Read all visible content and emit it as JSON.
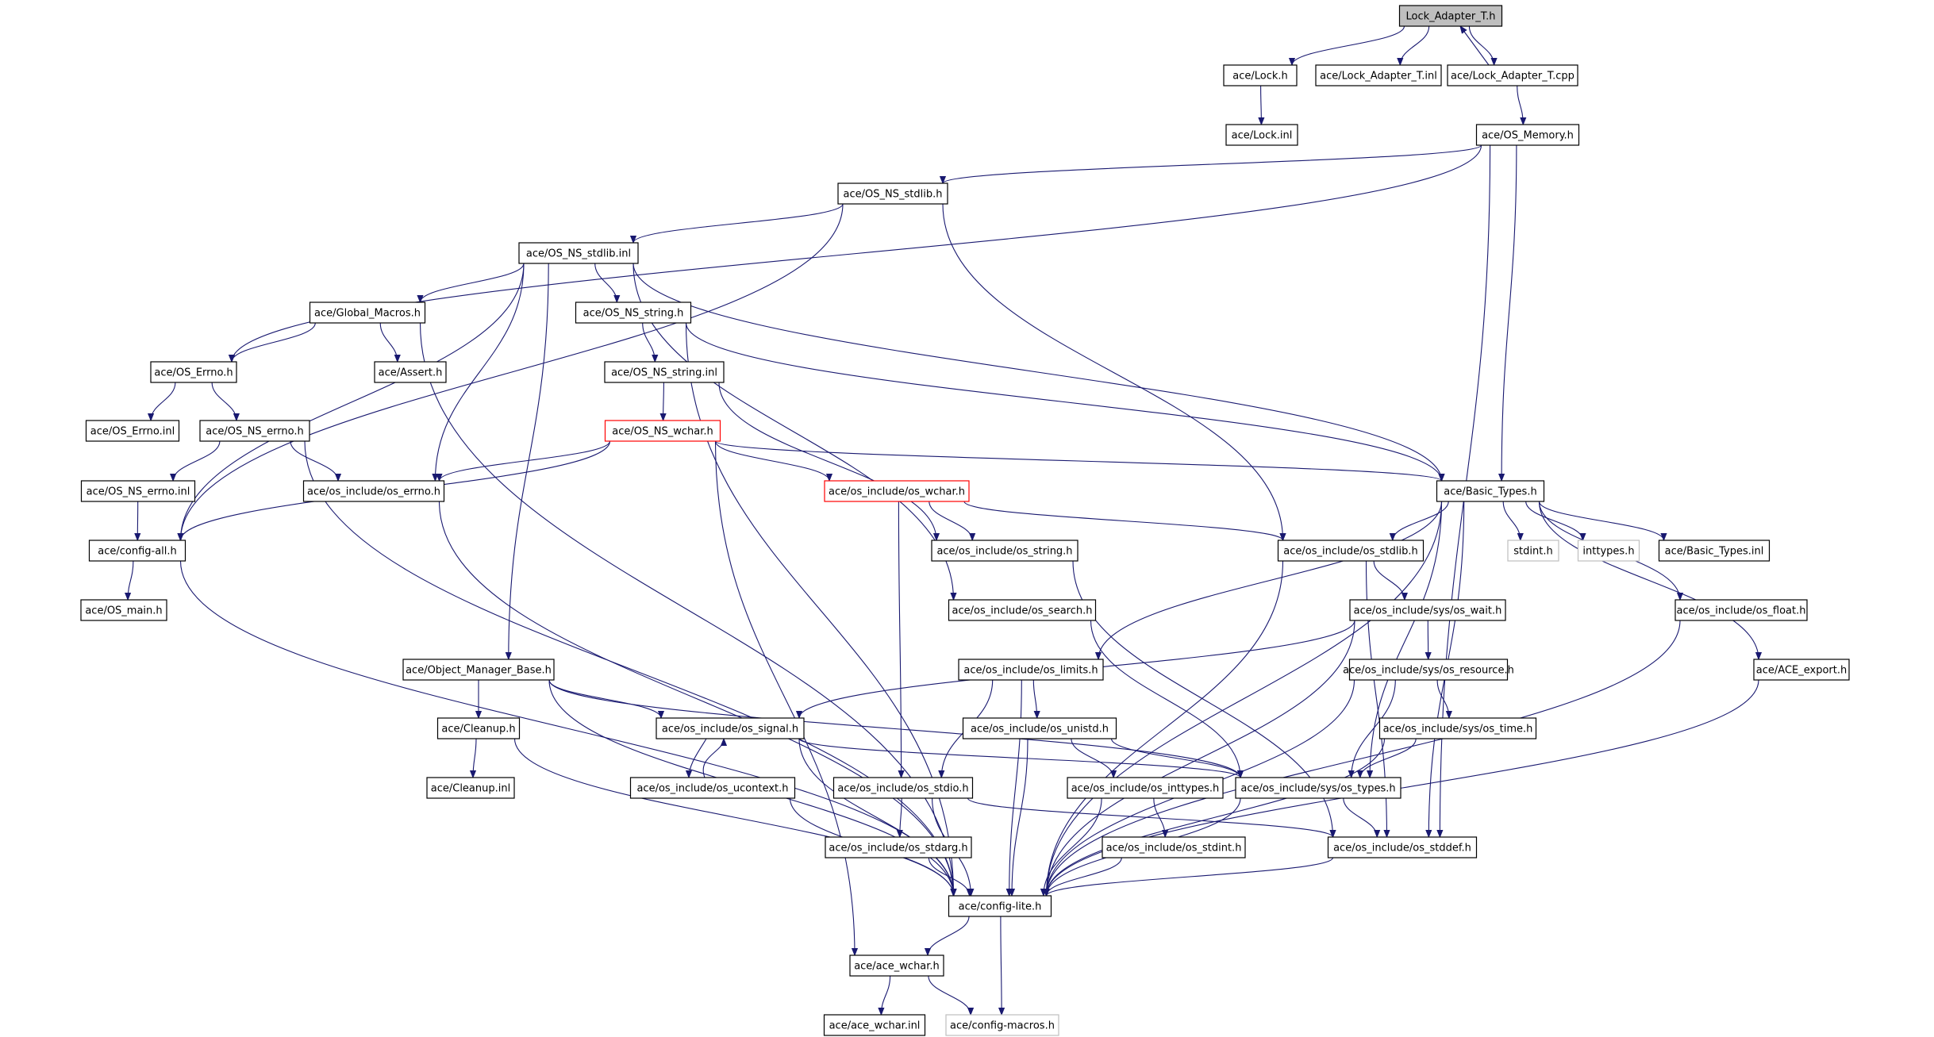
{
  "diagram": {
    "type": "include-dependency-graph",
    "colors": {
      "edge": "#191970",
      "root_fill": "#bfbfbf",
      "box_border": "#000000",
      "red_border": "#ff0000",
      "gray_border": "#bfbfbf"
    },
    "nodes": [
      {
        "id": "n0",
        "label": "Lock_Adapter_T.h",
        "style": "root"
      },
      {
        "id": "n1",
        "label": "ace/Lock.h",
        "style": "normal"
      },
      {
        "id": "n2",
        "label": "ace/Lock_Adapter_T.inl",
        "style": "normal"
      },
      {
        "id": "n3",
        "label": "ace/Lock_Adapter_T.cpp",
        "style": "normal"
      },
      {
        "id": "n4",
        "label": "ace/Lock.inl",
        "style": "normal"
      },
      {
        "id": "n5",
        "label": "ace/OS_Memory.h",
        "style": "normal"
      },
      {
        "id": "n6",
        "label": "ace/OS_NS_stdlib.h",
        "style": "normal"
      },
      {
        "id": "n7",
        "label": "ace/OS_NS_stdlib.inl",
        "style": "normal"
      },
      {
        "id": "n8",
        "label": "ace/Global_Macros.h",
        "style": "normal"
      },
      {
        "id": "n9",
        "label": "ace/OS_NS_string.h",
        "style": "normal"
      },
      {
        "id": "n10",
        "label": "ace/OS_Errno.h",
        "style": "normal"
      },
      {
        "id": "n11",
        "label": "ace/Assert.h",
        "style": "normal"
      },
      {
        "id": "n12",
        "label": "ace/OS_NS_string.inl",
        "style": "normal"
      },
      {
        "id": "n13",
        "label": "ace/OS_Errno.inl",
        "style": "normal"
      },
      {
        "id": "n14",
        "label": "ace/OS_NS_errno.h",
        "style": "normal"
      },
      {
        "id": "n15",
        "label": "ace/OS_NS_wchar.h",
        "style": "red"
      },
      {
        "id": "n16",
        "label": "ace/OS_NS_errno.inl",
        "style": "normal"
      },
      {
        "id": "n17",
        "label": "ace/os_include/os_errno.h",
        "style": "normal"
      },
      {
        "id": "n18",
        "label": "ace/os_include/os_wchar.h",
        "style": "red"
      },
      {
        "id": "n19",
        "label": "ace/Basic_Types.h",
        "style": "normal"
      },
      {
        "id": "n20",
        "label": "ace/config-all.h",
        "style": "normal"
      },
      {
        "id": "n21",
        "label": "ace/os_include/os_string.h",
        "style": "normal"
      },
      {
        "id": "n22",
        "label": "ace/os_include/os_stdlib.h",
        "style": "normal"
      },
      {
        "id": "n23",
        "label": "stdint.h",
        "style": "gray"
      },
      {
        "id": "n24",
        "label": "inttypes.h",
        "style": "gray"
      },
      {
        "id": "n25",
        "label": "ace/Basic_Types.inl",
        "style": "normal"
      },
      {
        "id": "n26",
        "label": "ace/OS_main.h",
        "style": "normal"
      },
      {
        "id": "n27",
        "label": "ace/os_include/os_search.h",
        "style": "normal"
      },
      {
        "id": "n28",
        "label": "ace/os_include/sys/os_wait.h",
        "style": "normal"
      },
      {
        "id": "n29",
        "label": "ace/os_include/os_float.h",
        "style": "normal"
      },
      {
        "id": "n30",
        "label": "ace/Object_Manager_Base.h",
        "style": "normal"
      },
      {
        "id": "n31",
        "label": "ace/os_include/os_limits.h",
        "style": "normal"
      },
      {
        "id": "n32",
        "label": "ace/os_include/sys/os_resource.h",
        "style": "normal"
      },
      {
        "id": "n33",
        "label": "ace/ACE_export.h",
        "style": "normal"
      },
      {
        "id": "n34",
        "label": "ace/Cleanup.h",
        "style": "normal"
      },
      {
        "id": "n35",
        "label": "ace/os_include/os_signal.h",
        "style": "normal"
      },
      {
        "id": "n36",
        "label": "ace/os_include/os_unistd.h",
        "style": "normal"
      },
      {
        "id": "n37",
        "label": "ace/os_include/sys/os_time.h",
        "style": "normal"
      },
      {
        "id": "n38",
        "label": "ace/Cleanup.inl",
        "style": "normal"
      },
      {
        "id": "n39",
        "label": "ace/os_include/os_ucontext.h",
        "style": "normal"
      },
      {
        "id": "n40",
        "label": "ace/os_include/os_stdio.h",
        "style": "normal"
      },
      {
        "id": "n41",
        "label": "ace/os_include/os_inttypes.h",
        "style": "normal"
      },
      {
        "id": "n42",
        "label": "ace/os_include/sys/os_types.h",
        "style": "normal"
      },
      {
        "id": "n43",
        "label": "ace/os_include/os_stdarg.h",
        "style": "normal"
      },
      {
        "id": "n44",
        "label": "ace/os_include/os_stdint.h",
        "style": "normal"
      },
      {
        "id": "n45",
        "label": "ace/os_include/os_stddef.h",
        "style": "normal"
      },
      {
        "id": "n46",
        "label": "ace/config-lite.h",
        "style": "normal"
      },
      {
        "id": "n47",
        "label": "ace/ace_wchar.h",
        "style": "normal"
      },
      {
        "id": "n48",
        "label": "ace/ace_wchar.inl",
        "style": "normal"
      },
      {
        "id": "n49",
        "label": "ace/config-macros.h",
        "style": "gray"
      }
    ],
    "edges": [
      {
        "from": "n0",
        "to": "n1"
      },
      {
        "from": "n0",
        "to": "n2"
      },
      {
        "from": "n0",
        "to": "n3"
      },
      {
        "from": "n3",
        "to": "n0"
      },
      {
        "from": "n1",
        "to": "n4"
      },
      {
        "from": "n3",
        "to": "n5"
      },
      {
        "from": "n5",
        "to": "n6"
      },
      {
        "from": "n5",
        "to": "n10"
      },
      {
        "from": "n5",
        "to": "n19"
      },
      {
        "from": "n5",
        "to": "n45"
      },
      {
        "from": "n6",
        "to": "n7"
      },
      {
        "from": "n6",
        "to": "n20"
      },
      {
        "from": "n6",
        "to": "n22"
      },
      {
        "from": "n7",
        "to": "n8"
      },
      {
        "from": "n7",
        "to": "n9"
      },
      {
        "from": "n7",
        "to": "n20"
      },
      {
        "from": "n7",
        "to": "n17"
      },
      {
        "from": "n7",
        "to": "n30"
      },
      {
        "from": "n7",
        "to": "n27"
      },
      {
        "from": "n7",
        "to": "n19"
      },
      {
        "from": "n8",
        "to": "n10"
      },
      {
        "from": "n8",
        "to": "n11"
      },
      {
        "from": "n8",
        "to": "n46"
      },
      {
        "from": "n9",
        "to": "n12"
      },
      {
        "from": "n9",
        "to": "n19"
      },
      {
        "from": "n9",
        "to": "n46"
      },
      {
        "from": "n12",
        "to": "n15"
      },
      {
        "from": "n12",
        "to": "n21"
      },
      {
        "from": "n10",
        "to": "n13"
      },
      {
        "from": "n10",
        "to": "n14"
      },
      {
        "from": "n14",
        "to": "n16"
      },
      {
        "from": "n14",
        "to": "n17"
      },
      {
        "from": "n14",
        "to": "n46"
      },
      {
        "from": "n16",
        "to": "n20"
      },
      {
        "from": "n15",
        "to": "n17"
      },
      {
        "from": "n15",
        "to": "n18"
      },
      {
        "from": "n15",
        "to": "n19"
      },
      {
        "from": "n15",
        "to": "n20"
      },
      {
        "from": "n15",
        "to": "n47"
      },
      {
        "from": "n17",
        "to": "n46"
      },
      {
        "from": "n18",
        "to": "n21"
      },
      {
        "from": "n18",
        "to": "n22"
      },
      {
        "from": "n18",
        "to": "n40"
      },
      {
        "from": "n20",
        "to": "n26"
      },
      {
        "from": "n20",
        "to": "n46"
      },
      {
        "from": "n19",
        "to": "n22"
      },
      {
        "from": "n19",
        "to": "n23"
      },
      {
        "from": "n19",
        "to": "n24"
      },
      {
        "from": "n19",
        "to": "n25"
      },
      {
        "from": "n19",
        "to": "n29"
      },
      {
        "from": "n19",
        "to": "n33"
      },
      {
        "from": "n19",
        "to": "n31"
      },
      {
        "from": "n19",
        "to": "n42"
      },
      {
        "from": "n19",
        "to": "n45"
      },
      {
        "from": "n19",
        "to": "n46"
      },
      {
        "from": "n21",
        "to": "n45"
      },
      {
        "from": "n22",
        "to": "n28"
      },
      {
        "from": "n22",
        "to": "n45"
      },
      {
        "from": "n22",
        "to": "n46"
      },
      {
        "from": "n27",
        "to": "n42"
      },
      {
        "from": "n28",
        "to": "n32"
      },
      {
        "from": "n28",
        "to": "n35"
      },
      {
        "from": "n28",
        "to": "n46"
      },
      {
        "from": "n29",
        "to": "n46"
      },
      {
        "from": "n33",
        "to": "n46"
      },
      {
        "from": "n30",
        "to": "n34"
      },
      {
        "from": "n30",
        "to": "n35"
      },
      {
        "from": "n30",
        "to": "n42"
      },
      {
        "from": "n30",
        "to": "n46"
      },
      {
        "from": "n34",
        "to": "n38"
      },
      {
        "from": "n34",
        "to": "n46"
      },
      {
        "from": "n31",
        "to": "n36"
      },
      {
        "from": "n31",
        "to": "n40"
      },
      {
        "from": "n31",
        "to": "n46"
      },
      {
        "from": "n32",
        "to": "n37"
      },
      {
        "from": "n32",
        "to": "n42"
      },
      {
        "from": "n32",
        "to": "n46"
      },
      {
        "from": "n37",
        "to": "n42"
      },
      {
        "from": "n37",
        "to": "n46"
      },
      {
        "from": "n35",
        "to": "n39"
      },
      {
        "from": "n39",
        "to": "n35"
      },
      {
        "from": "n35",
        "to": "n42"
      },
      {
        "from": "n35",
        "to": "n46"
      },
      {
        "from": "n39",
        "to": "n46"
      },
      {
        "from": "n36",
        "to": "n41"
      },
      {
        "from": "n36",
        "to": "n42"
      },
      {
        "from": "n36",
        "to": "n46"
      },
      {
        "from": "n40",
        "to": "n43"
      },
      {
        "from": "n40",
        "to": "n45"
      },
      {
        "from": "n40",
        "to": "n46"
      },
      {
        "from": "n41",
        "to": "n44"
      },
      {
        "from": "n41",
        "to": "n46"
      },
      {
        "from": "n42",
        "to": "n45"
      },
      {
        "from": "n42",
        "to": "n46"
      },
      {
        "from": "n43",
        "to": "n46"
      },
      {
        "from": "n44",
        "to": "n46"
      },
      {
        "from": "n45",
        "to": "n46"
      },
      {
        "from": "n46",
        "to": "n47"
      },
      {
        "from": "n46",
        "to": "n49"
      },
      {
        "from": "n47",
        "to": "n48"
      },
      {
        "from": "n47",
        "to": "n49"
      }
    ]
  }
}
